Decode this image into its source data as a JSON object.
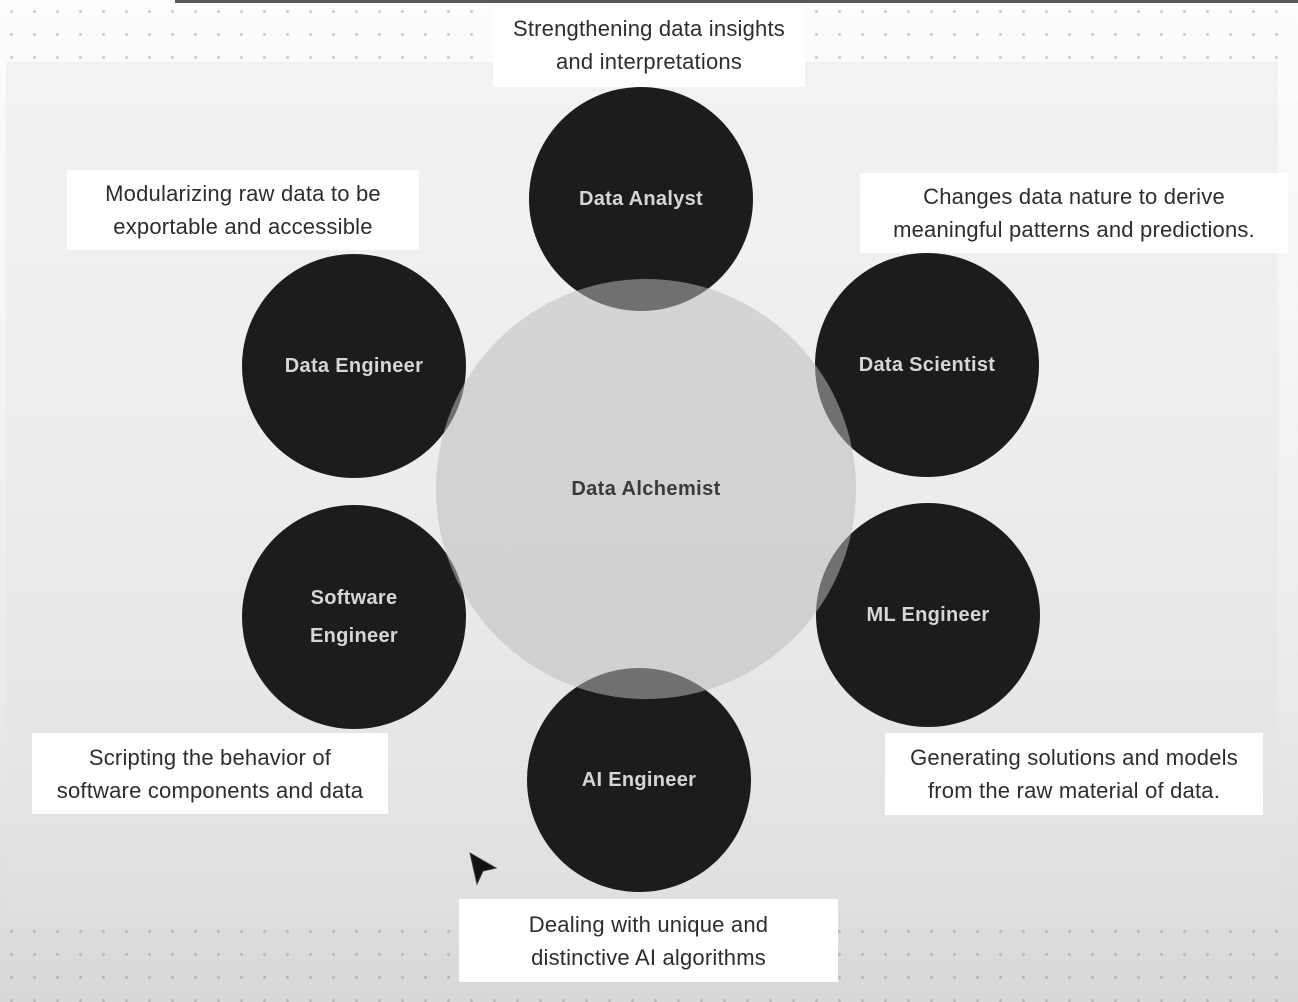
{
  "diagram": {
    "center": {
      "label": "Data Alchemist"
    },
    "nodes": [
      {
        "id": "data-analyst",
        "label": "Data Analyst",
        "annotation": {
          "line1": "Strengthening data insights",
          "line2": "and interpretations"
        }
      },
      {
        "id": "data-scientist",
        "label": "Data Scientist",
        "annotation": {
          "line1": "Changes data nature to derive",
          "line2": "meaningful patterns and predictions."
        }
      },
      {
        "id": "ml-engineer",
        "label": "ML Engineer",
        "annotation": {
          "line1": "Generating solutions and models",
          "line2": "from the raw material of data."
        }
      },
      {
        "id": "ai-engineer",
        "label": "AI Engineer",
        "annotation": {
          "line1": "Dealing with unique and",
          "line2": "distinctive AI algorithms"
        }
      },
      {
        "id": "software-engineer",
        "label": "Software Engineer",
        "annotation": {
          "line1": "Scripting the behavior of",
          "line2": "software components and data"
        }
      },
      {
        "id": "data-engineer",
        "label": "Data Engineer",
        "annotation": {
          "line1": "Modularizing raw data to be",
          "line2": "exportable and accessible"
        }
      }
    ],
    "colors": {
      "node_fill": "#1c1c1c",
      "node_text": "#d6d6d6",
      "center_text": "#3a3a3e",
      "center_overlay": "rgba(187,187,188,0.53)",
      "annotation_bg": "#ffffff",
      "annotation_text": "#2d2d2d"
    }
  },
  "cursor": {
    "icon": "mouse-pointer-arrow"
  }
}
